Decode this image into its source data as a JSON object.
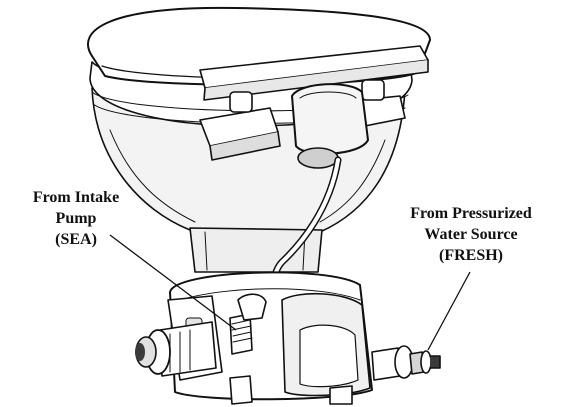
{
  "callouts": {
    "intake": {
      "lines": [
        "From Intake",
        "Pump",
        "(SEA)"
      ]
    },
    "pressurized": {
      "lines": [
        "From Pressurized",
        "Water Source",
        "(FRESH)"
      ]
    }
  },
  "colors": {
    "line": "#111111",
    "fill": "#ffffff",
    "shade": "#e6e6e6",
    "dark": "#3a3a3a"
  }
}
